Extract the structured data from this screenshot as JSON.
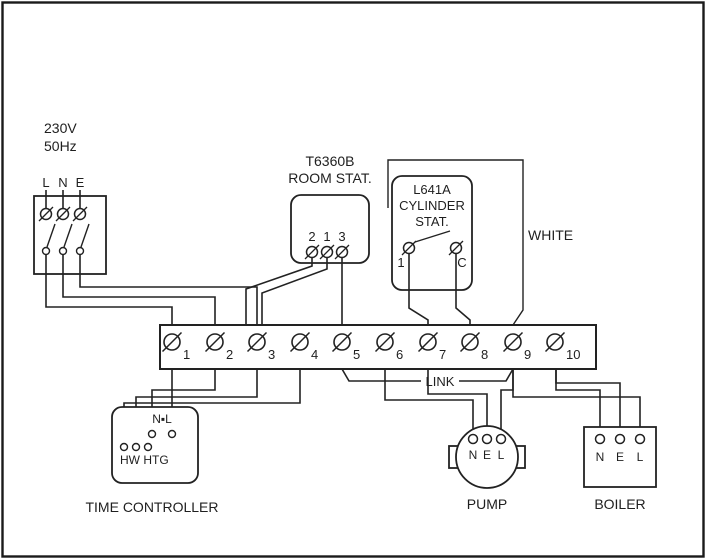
{
  "supply": {
    "voltage": "230V",
    "frequency": "50Hz",
    "terminals": [
      "L",
      "N",
      "E"
    ]
  },
  "room_stat": {
    "model": "T6360B",
    "name": "ROOM STAT.",
    "terminals": [
      "2",
      "1",
      "3"
    ]
  },
  "cylinder_stat": {
    "model": "L641A",
    "name_line1": "CYLINDER",
    "name_line2": "STAT.",
    "terminals": [
      "1",
      "C"
    ]
  },
  "labels": {
    "white": "WHITE",
    "link": "LINK"
  },
  "terminal_strip": {
    "numbers": [
      "1",
      "2",
      "3",
      "4",
      "5",
      "6",
      "7",
      "8",
      "9",
      "10"
    ]
  },
  "time_controller": {
    "nl_label": "N▪L",
    "hw_label": "HW",
    "htg_label": "HTG",
    "caption": "TIME CONTROLLER"
  },
  "pump": {
    "terminals": [
      "N",
      "E",
      "L"
    ],
    "caption": "PUMP"
  },
  "boiler": {
    "terminals": [
      "N",
      "E",
      "L"
    ],
    "caption": "BOILER"
  },
  "colors": {
    "ink": "#1f1f1f",
    "paper": "#ffffff"
  }
}
